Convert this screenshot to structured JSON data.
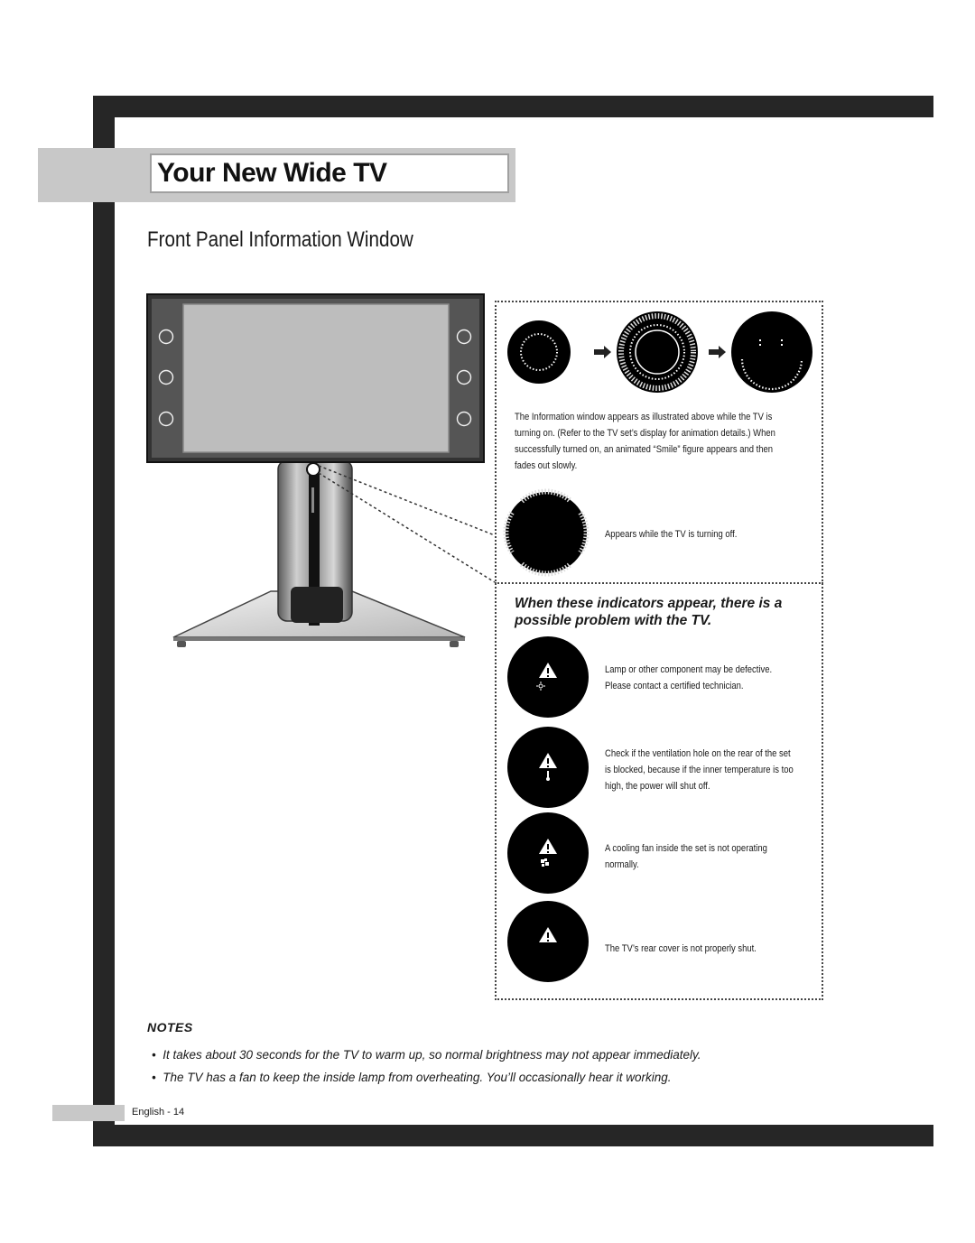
{
  "header": {
    "title": "Your New Wide TV"
  },
  "section": {
    "title": "Front Panel Information Window"
  },
  "info_panel": {
    "turn_on_text": [
      "The Information window appears as illustrated above while the TV is",
      "turning on. (Refer to the TV set’s display for animation details.) When",
      "successfully turned on, an animated “Smile” figure appears and then",
      "fades out slowly."
    ],
    "turn_off_text": "Appears while the TV is turning off.",
    "warning_heading": "When these indicators appear, there is a possible problem with the TV.",
    "indicators": [
      {
        "icon": "lamp-warning-icon",
        "text": [
          "Lamp or other component may be defective.",
          "Please contact a certified technician."
        ]
      },
      {
        "icon": "temperature-warning-icon",
        "text": [
          "Check if the ventilation hole on the rear of the set",
          "is blocked, because if the inner temperature is too",
          "high, the power will shut off."
        ]
      },
      {
        "icon": "fan-warning-icon",
        "text": [
          "A cooling fan inside the set is not operating",
          "normally."
        ]
      },
      {
        "icon": "cover-warning-icon",
        "text": [
          "The TV’s rear cover is not properly shut."
        ]
      }
    ]
  },
  "notes": {
    "label": "NOTES",
    "items": [
      "It takes about 30 seconds for the TV to warm up, so normal brightness may not appear immediately.",
      "The TV has a fan to keep the inside lamp from overheating. You’ll occasionally hear it working."
    ]
  },
  "footer": {
    "page_label": "English - 14"
  }
}
